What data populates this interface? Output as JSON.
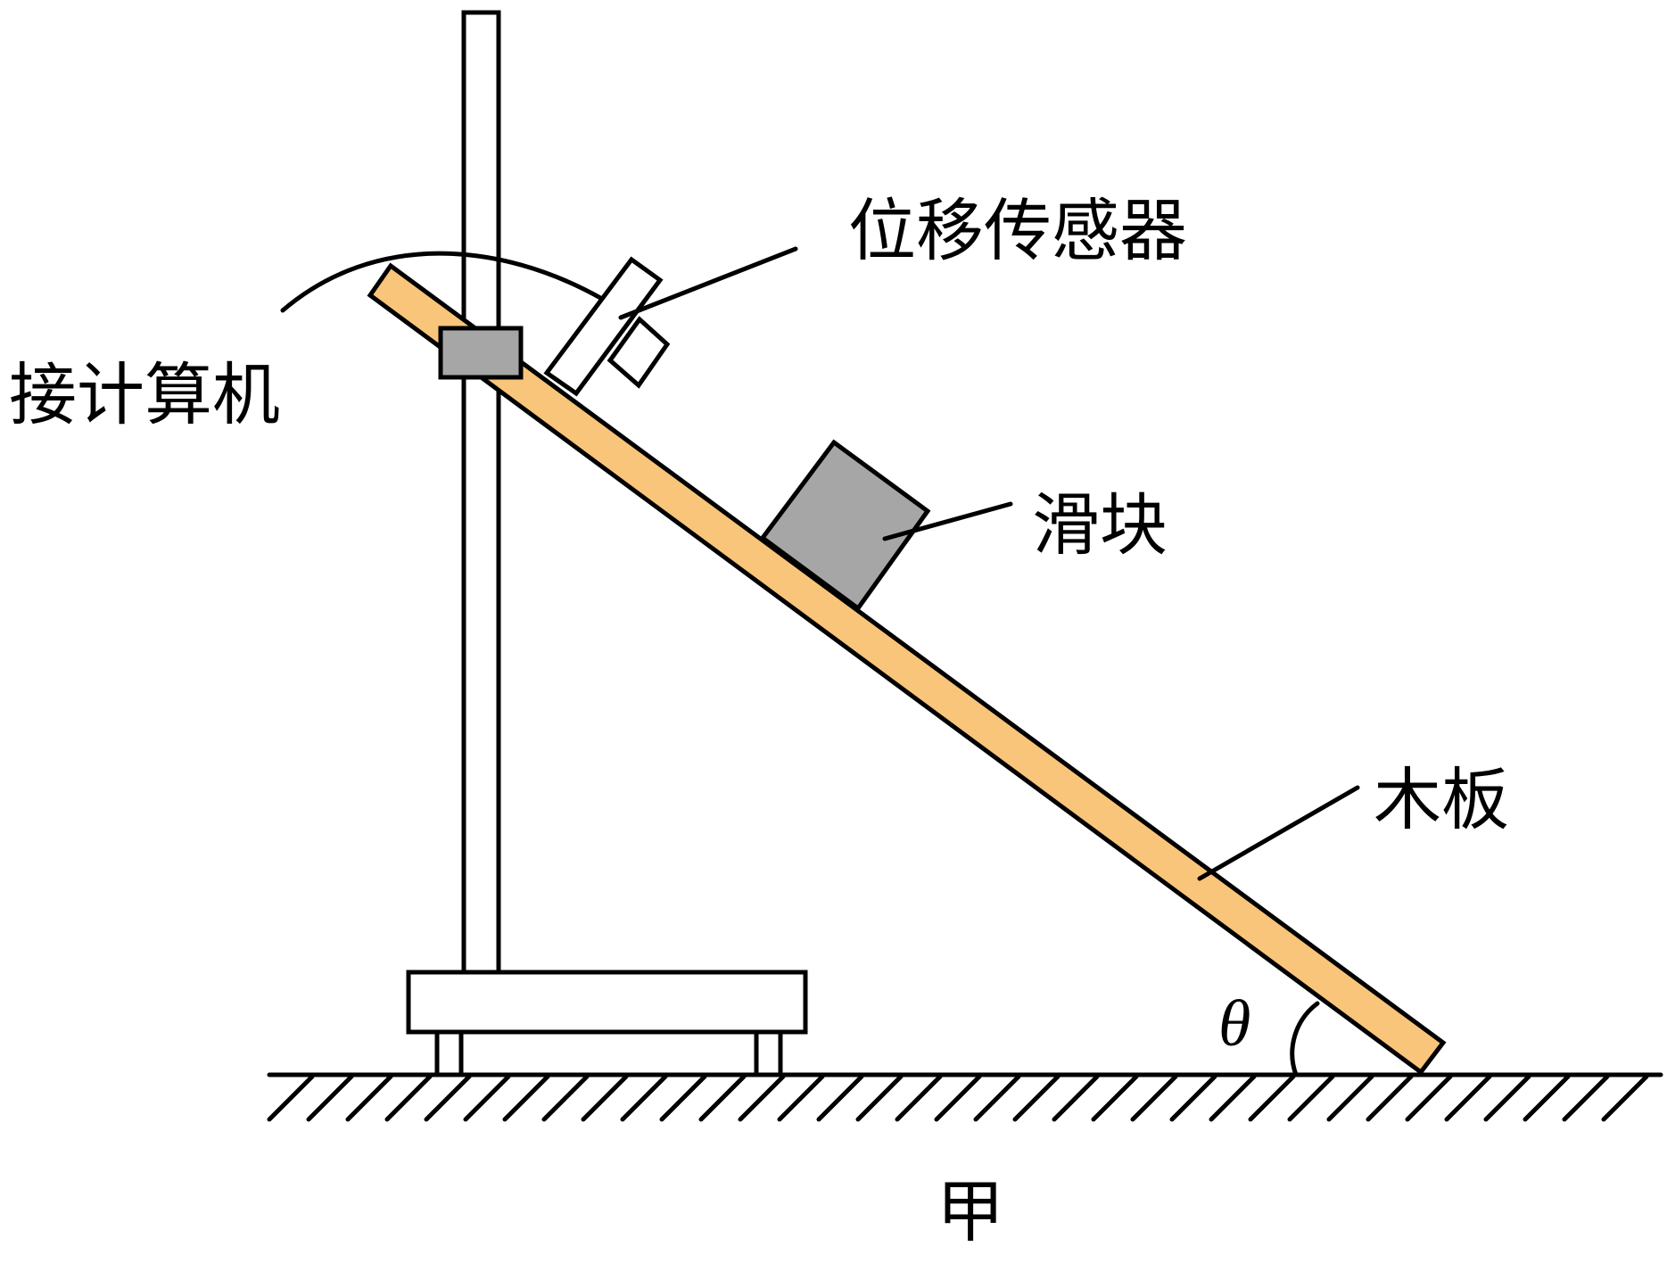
{
  "labels": {
    "sensor": "位移传感器",
    "computer": "接计算机",
    "slider": "滑块",
    "board": "木板",
    "angle": "θ",
    "caption": "甲"
  },
  "colors": {
    "board": "#F9C57A",
    "slider": "#A6A6A6",
    "clamp": "#A6A6A6",
    "line": "#000000",
    "background": "#FFFFFF"
  }
}
